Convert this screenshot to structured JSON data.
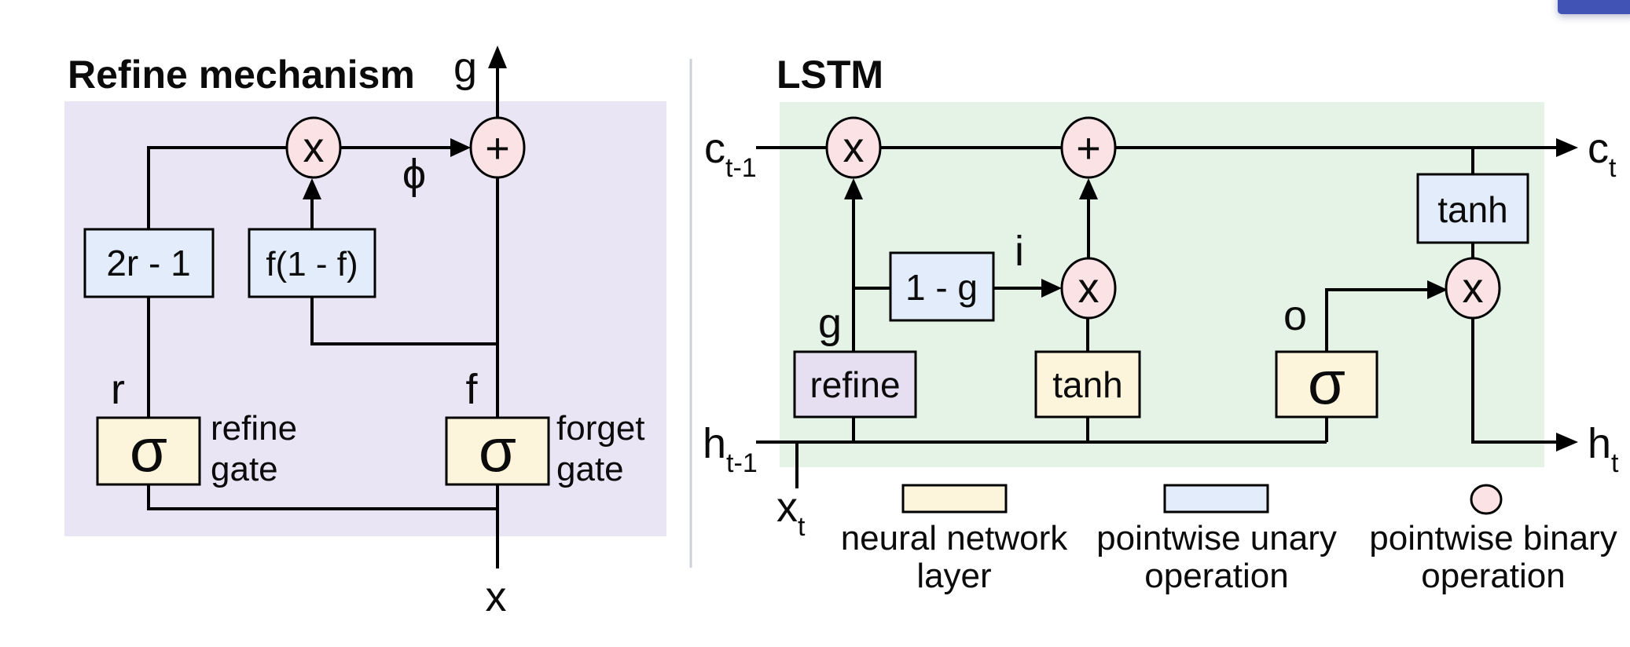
{
  "window": {
    "corner_button_color": "#4153b4"
  },
  "colors": {
    "panel_purple": "#eae5f4",
    "panel_green": "#e5f3e7",
    "box_yellow": "#fcf5dc",
    "box_blue": "#e3ecfa",
    "box_lavender": "#e6dff2",
    "op_pink": "#fbe3e5",
    "divider": "#ccd1d7"
  },
  "refine_panel": {
    "title": "Refine mechanism",
    "labels": {
      "g": "g",
      "phi": "ϕ",
      "r": "r",
      "f": "f",
      "x": "x"
    },
    "ops": {
      "multiply": "x",
      "add": "+"
    },
    "boxes": {
      "two_r_minus_1": "2r - 1",
      "f_one_minus_f": "f(1 - f)",
      "sigma_refine": "σ",
      "sigma_forget": "σ"
    },
    "captions": {
      "refine_gate": [
        "refine",
        "gate"
      ],
      "forget_gate": [
        "forget",
        "gate"
      ]
    }
  },
  "lstm_panel": {
    "title": "LSTM",
    "labels": {
      "c_prev": {
        "main": "c",
        "sub": "t-1"
      },
      "c_next": {
        "main": "c",
        "sub": "t"
      },
      "h_prev": {
        "main": "h",
        "sub": "t-1"
      },
      "h_next": {
        "main": "h",
        "sub": "t"
      },
      "x_input": {
        "main": "x",
        "sub": "t"
      },
      "g": "g",
      "i": "i",
      "o": "o"
    },
    "ops": {
      "multiply_cell": "x",
      "add": "+",
      "multiply_input": "x",
      "multiply_output": "x"
    },
    "boxes": {
      "one_minus_g": "1 - g",
      "refine": "refine",
      "tanh_candidate": "tanh",
      "sigma_output": "σ",
      "tanh_output": "tanh"
    }
  },
  "legend": {
    "items": [
      {
        "line1": "neural network",
        "line2": "layer"
      },
      {
        "line1": "pointwise unary",
        "line2": "operation"
      },
      {
        "line1": "pointwise binary",
        "line2": "operation"
      }
    ]
  }
}
